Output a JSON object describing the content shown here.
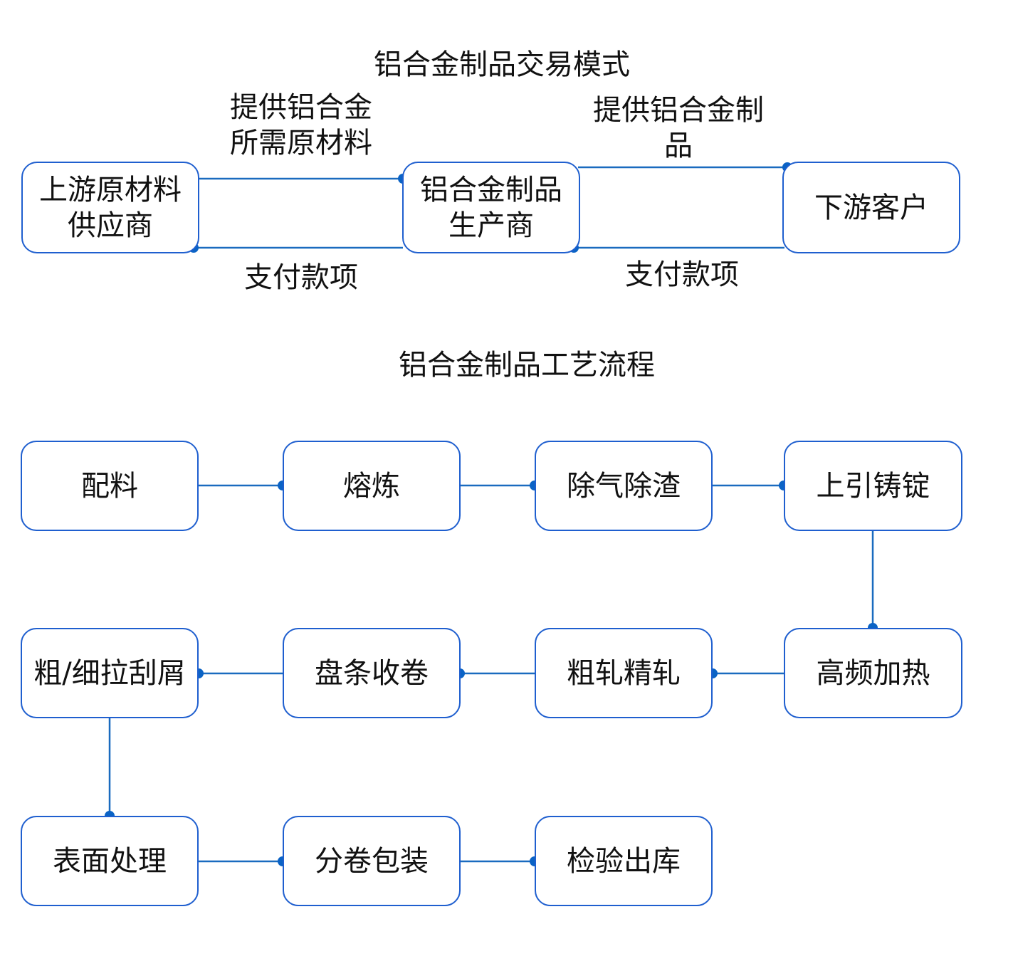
{
  "trade": {
    "title": "铝合金制品交易模式",
    "supplier": "上游原材料\n供应商",
    "producer": "铝合金制品\n生产商",
    "customer": "下游客户",
    "label_materials": "提供铝合金\n所需原材料",
    "label_products": "提供铝合金制\n品",
    "label_pay_left": "支付款项",
    "label_pay_right": "支付款项"
  },
  "process": {
    "title": "铝合金制品工艺流程",
    "steps": [
      "配料",
      "熔炼",
      "除气除渣",
      "上引铸锭",
      "高频加热",
      "粗轧精轧",
      "盘条收卷",
      "粗/细拉刮屑",
      "表面处理",
      "分卷包装",
      "检验出库"
    ]
  },
  "colors": {
    "border": "#1f5fcf",
    "line": "#1a6bbf",
    "dot": "#0b63c5"
  }
}
